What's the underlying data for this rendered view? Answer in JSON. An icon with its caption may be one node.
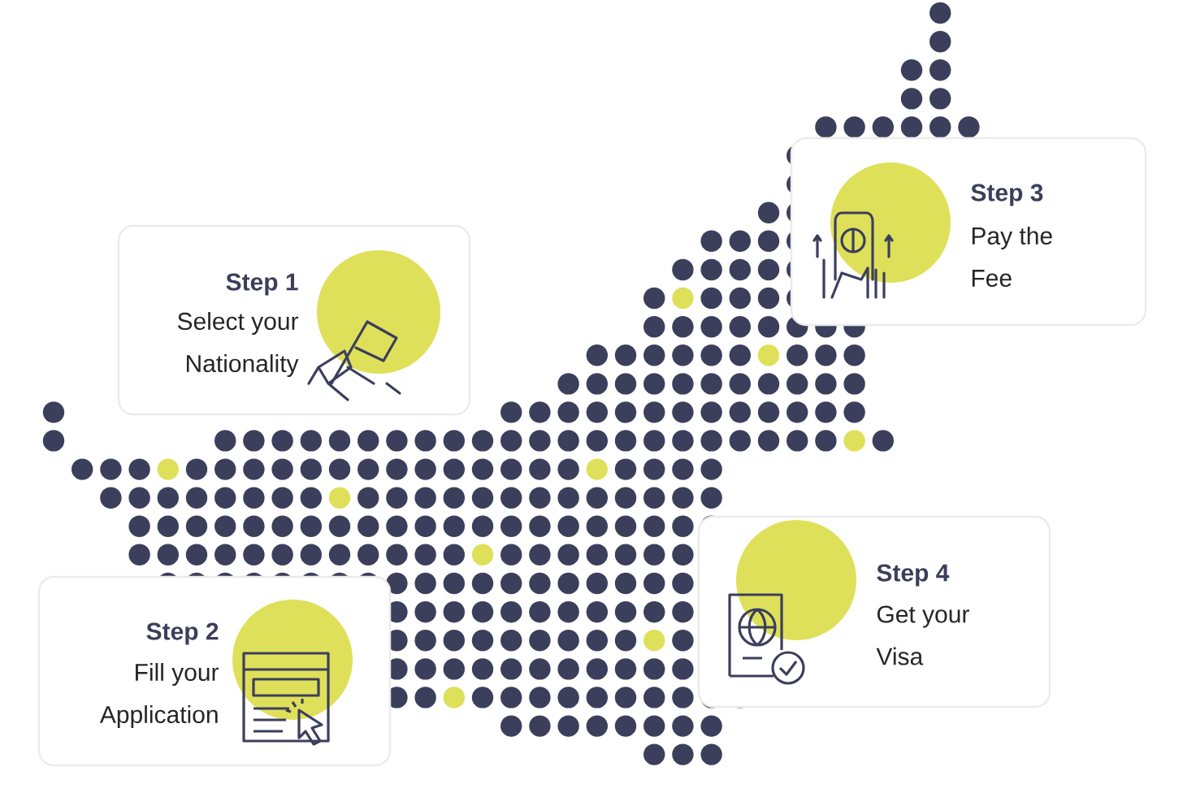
{
  "diagram": {
    "nodes": [
      {
        "text": [
          "Step 1",
          "Select your Nationality"
        ]
      },
      {
        "text": [
          "Step 2",
          "Fill your Application"
        ]
      },
      {
        "text": [
          "Step 3",
          "Pay the Fee"
        ]
      },
      {
        "text": [
          "Step 4",
          "Get your Visa"
        ]
      }
    ]
  }
}
